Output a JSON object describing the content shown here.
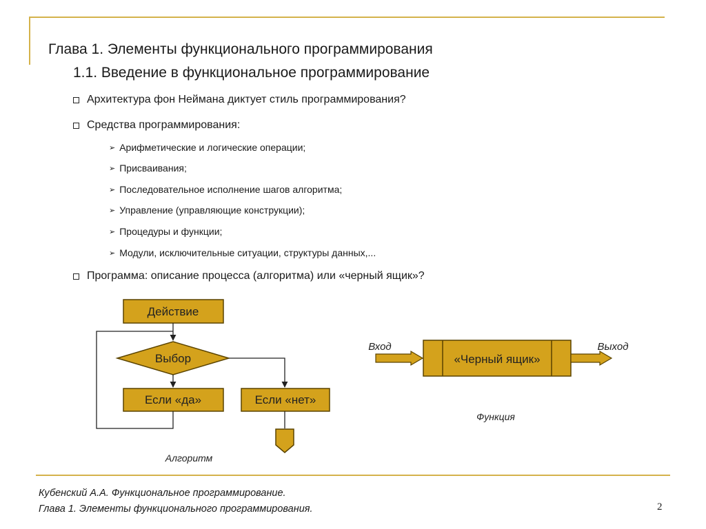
{
  "header": {
    "title": "Глава 1. Элементы функционального программирования",
    "subtitle": "1.1. Введение в функциональное программирование"
  },
  "bullets": [
    "Архитектура фон Неймана диктует стиль программирования?",
    "Средства программирования:",
    "Программа: описание процесса (алгоритма) или «черный ящик»?"
  ],
  "sub_bullets": [
    "Арифметические и логические операции;",
    "Присваивания;",
    "Последовательное исполнение шагов алгоритма;",
    "Управление (управляющие конструкции);",
    "Процедуры и функции;",
    "Модули, исключительные ситуации, структуры данных,..."
  ],
  "algorithm_diagram": {
    "action": "Действие",
    "choice": "Выбор",
    "if_yes": "Если «да»",
    "if_no": "Если «нет»",
    "caption": "Алгоритм"
  },
  "function_diagram": {
    "input": "Вход",
    "box": "«Черный ящик»",
    "output": "Выход",
    "caption": "Функция"
  },
  "footer": {
    "line1": "Кубенский А.А. Функциональное программирование.",
    "line2": "Глава 1. Элементы функционального программирования.",
    "page": "2"
  },
  "colors": {
    "accent": "#d4b24a",
    "box_fill": "#d4a21c",
    "box_stroke": "#5a4300"
  }
}
